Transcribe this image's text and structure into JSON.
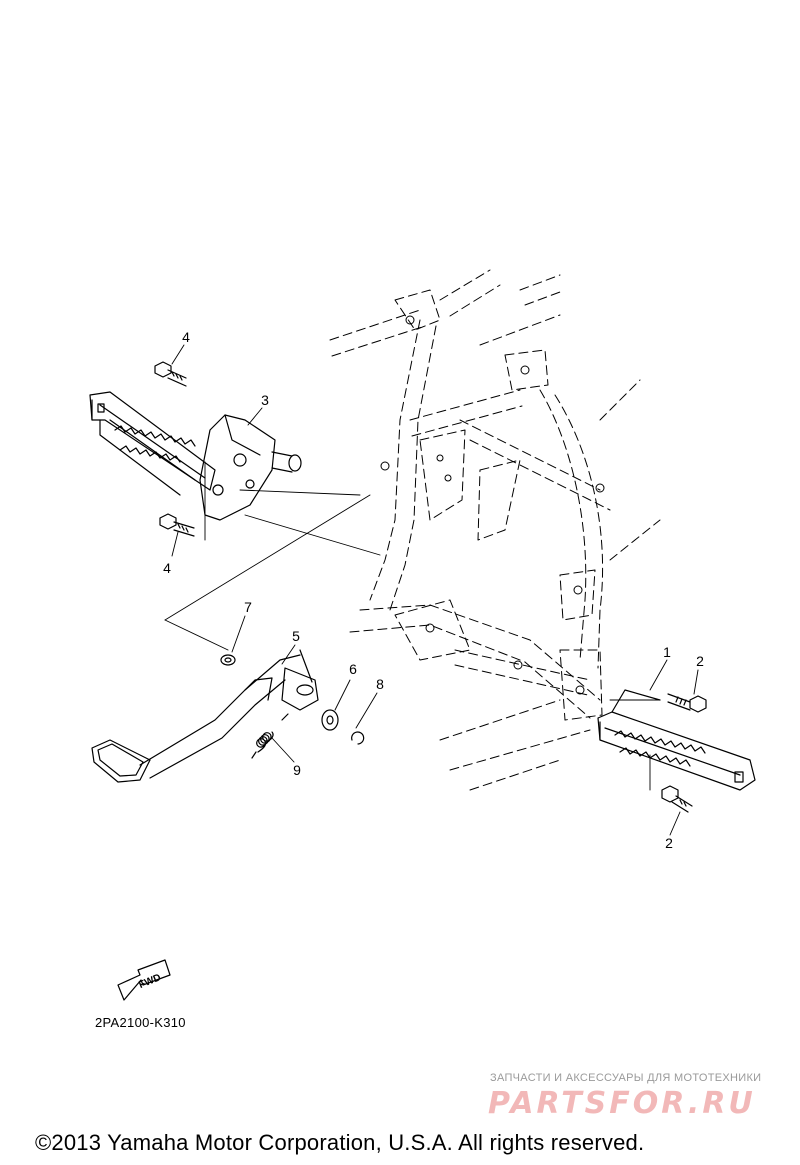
{
  "callouts": [
    {
      "id": "c1",
      "label": "1"
    },
    {
      "id": "c2a",
      "label": "2"
    },
    {
      "id": "c2b",
      "label": "2"
    },
    {
      "id": "c3",
      "label": "3"
    },
    {
      "id": "c4a",
      "label": "4"
    },
    {
      "id": "c4b",
      "label": "4"
    },
    {
      "id": "c5",
      "label": "5"
    },
    {
      "id": "c6",
      "label": "6"
    },
    {
      "id": "c7",
      "label": "7"
    },
    {
      "id": "c8",
      "label": "8"
    },
    {
      "id": "c9",
      "label": "9"
    }
  ],
  "fwd_label": "FWD",
  "figure_code": "2PA2100-K310",
  "watermark": {
    "tagline": "ЗАПЧАСТИ И АКСЕССУАРЫ ДЛЯ МОТОТЕХНИКИ",
    "logo": "PARTSFOR.RU",
    "color": "#f2b8b8"
  },
  "copyright": "©2013 Yamaha Motor Corporation, U.S.A. All rights reserved."
}
